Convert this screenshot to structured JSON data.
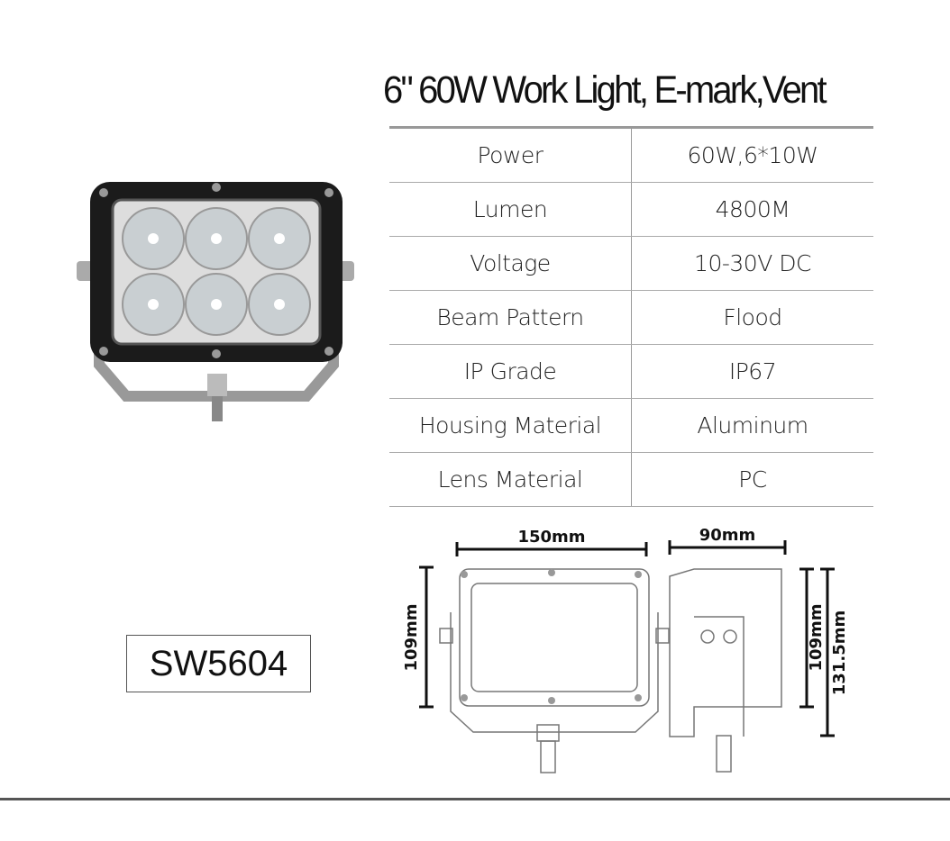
{
  "title": "6\" 60W Work Light, E-mark,Vent",
  "specs": [
    {
      "label": "Power",
      "value": "60W,6*10W"
    },
    {
      "label": "Lumen",
      "value": "4800M"
    },
    {
      "label": "Voltage",
      "value": "10-30V DC"
    },
    {
      "label": "Beam Pattern",
      "value": "Flood"
    },
    {
      "label": "IP Grade",
      "value": "IP67"
    },
    {
      "label": "Housing Material",
      "value": "Aluminum"
    },
    {
      "label": "Lens Material",
      "value": "PC"
    }
  ],
  "model": "SW5604",
  "dimensions": {
    "width": "150mm",
    "depth": "90mm",
    "height": "109mm",
    "total_height": "131.5mm"
  }
}
